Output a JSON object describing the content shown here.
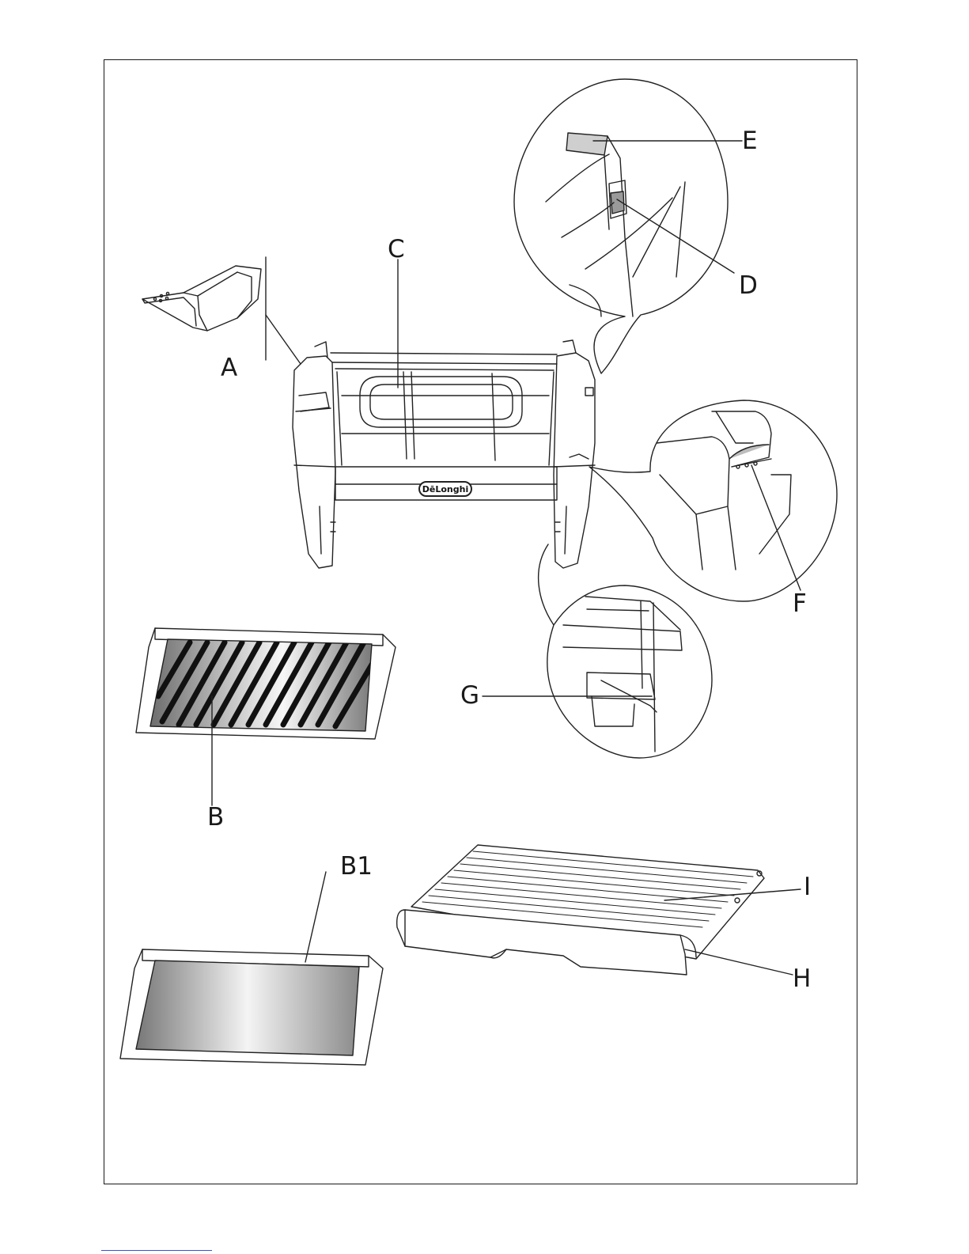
{
  "labels": {
    "a": "A",
    "b": "B",
    "b1": "B1",
    "c": "C",
    "d": "D",
    "e": "E",
    "f": "F",
    "g": "G",
    "h": "H",
    "i": "I"
  },
  "logo_text": "DēLonghi",
  "colors": {
    "ink": "#1a1a1a",
    "line_art": "#222222",
    "metal_dark": "#6d6d6d",
    "metal_light": "#f2f2f2",
    "footer_link": "#3b4fd8"
  }
}
